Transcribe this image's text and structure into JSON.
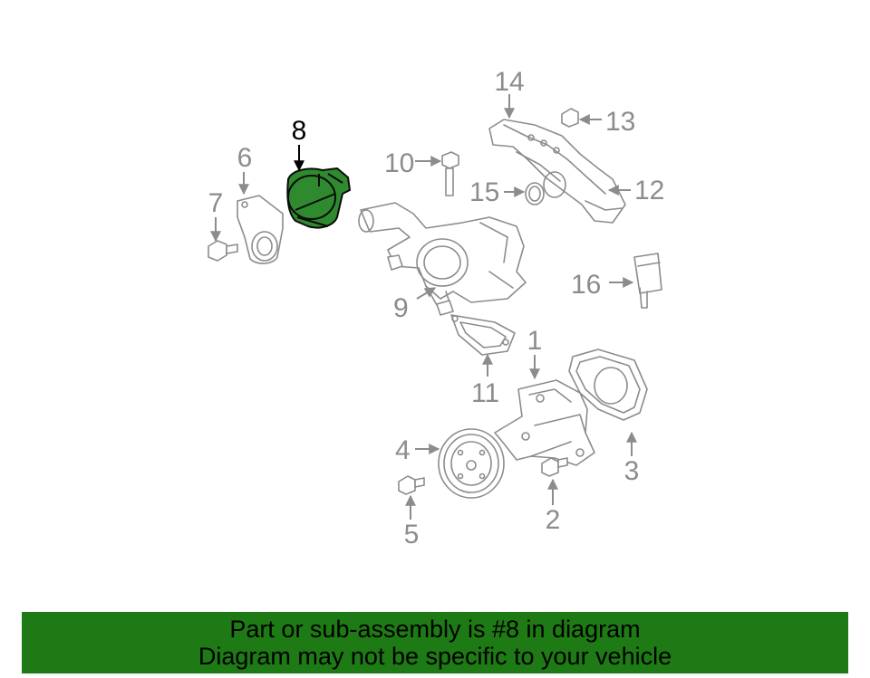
{
  "callouts": {
    "c1": "1",
    "c2": "2",
    "c3": "3",
    "c4": "4",
    "c5": "5",
    "c6": "6",
    "c7": "7",
    "c8": "8",
    "c9": "9",
    "c10": "10",
    "c11": "11",
    "c12": "12",
    "c13": "13",
    "c14": "14",
    "c15": "15",
    "c16": "16"
  },
  "highlight": {
    "part_number": "8",
    "fill_color": "#2f8a2f"
  },
  "banner": {
    "line1": "Part or sub-assembly is #8 in diagram",
    "line2": "Diagram may not be specific to your vehicle",
    "background_color": "#1e7a14"
  }
}
